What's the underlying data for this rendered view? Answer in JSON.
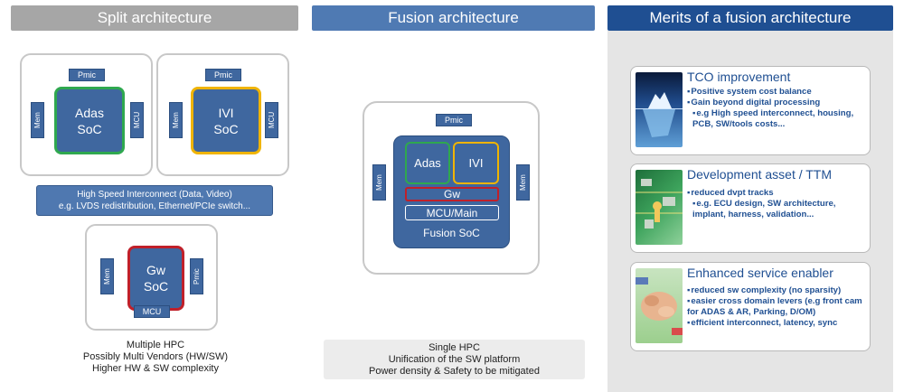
{
  "headers": {
    "split": "Split architecture",
    "fusion": "Fusion architecture",
    "merits": "Merits of a fusion architecture"
  },
  "split": {
    "adas_box": {
      "pmic": "Pmic",
      "mem": "Mem",
      "mcu": "MCU",
      "soc_line1": "Adas",
      "soc_line2": "SoC"
    },
    "ivi_box": {
      "pmic": "Pmic",
      "mem": "Mem",
      "mcu": "MCU",
      "soc_line1": "IVI",
      "soc_line2": "SoC"
    },
    "interconnect": {
      "line1": "High Speed Interconnect (Data, Video)",
      "line2": "e.g. LVDS redistribution, Ethernet/PCIe switch..."
    },
    "gw_box": {
      "mem": "Mem",
      "pmic": "Pmic",
      "mcu": "MCU",
      "soc_line1": "Gw",
      "soc_line2": "SoC"
    },
    "caption": [
      "Multiple HPC",
      "Possibly Multi Vendors (HW/SW)",
      "Higher HW & SW complexity"
    ]
  },
  "fusion": {
    "pmic": "Pmic",
    "mem_left": "Mem",
    "mem_right": "Mem",
    "adas": "Adas",
    "ivi": "IVI",
    "gw": "Gw",
    "mcu_main": "MCU/Main",
    "soc_label": "Fusion SoC",
    "caption": [
      "Single HPC",
      "Unification of the SW platform",
      "Power density & Safety to be mitigated"
    ]
  },
  "merits": [
    {
      "title": "TCO improvement",
      "bullets": [
        "Positive system cost balance",
        "Gain beyond digital processing"
      ],
      "sub": "e.g High speed interconnect, housing,",
      "sub2": "PCB, SW/tools costs..."
    },
    {
      "title": "Development asset / TTM",
      "bullets": [
        "reduced dvpt tracks"
      ],
      "sub": "e.g. ECU design, SW architecture,",
      "sub2": "implant,  harness, validation..."
    },
    {
      "title": "Enhanced service enabler",
      "bullets": [
        "reduced sw complexity (no sparsity)",
        "easier cross domain levers (e.g front cam for ADAS & AR, Parking, D/OM)",
        "efficient interconnect, latency, sync"
      ]
    }
  ],
  "colors": {
    "soc_blue": "#3f679f",
    "adas_border": "#2fa84f",
    "ivi_border": "#f0b400",
    "gw_border": "#c0202a",
    "split_header": "#a6a6a6",
    "fusion_header": "#4f7ab3",
    "merits_header": "#1f4f92"
  }
}
